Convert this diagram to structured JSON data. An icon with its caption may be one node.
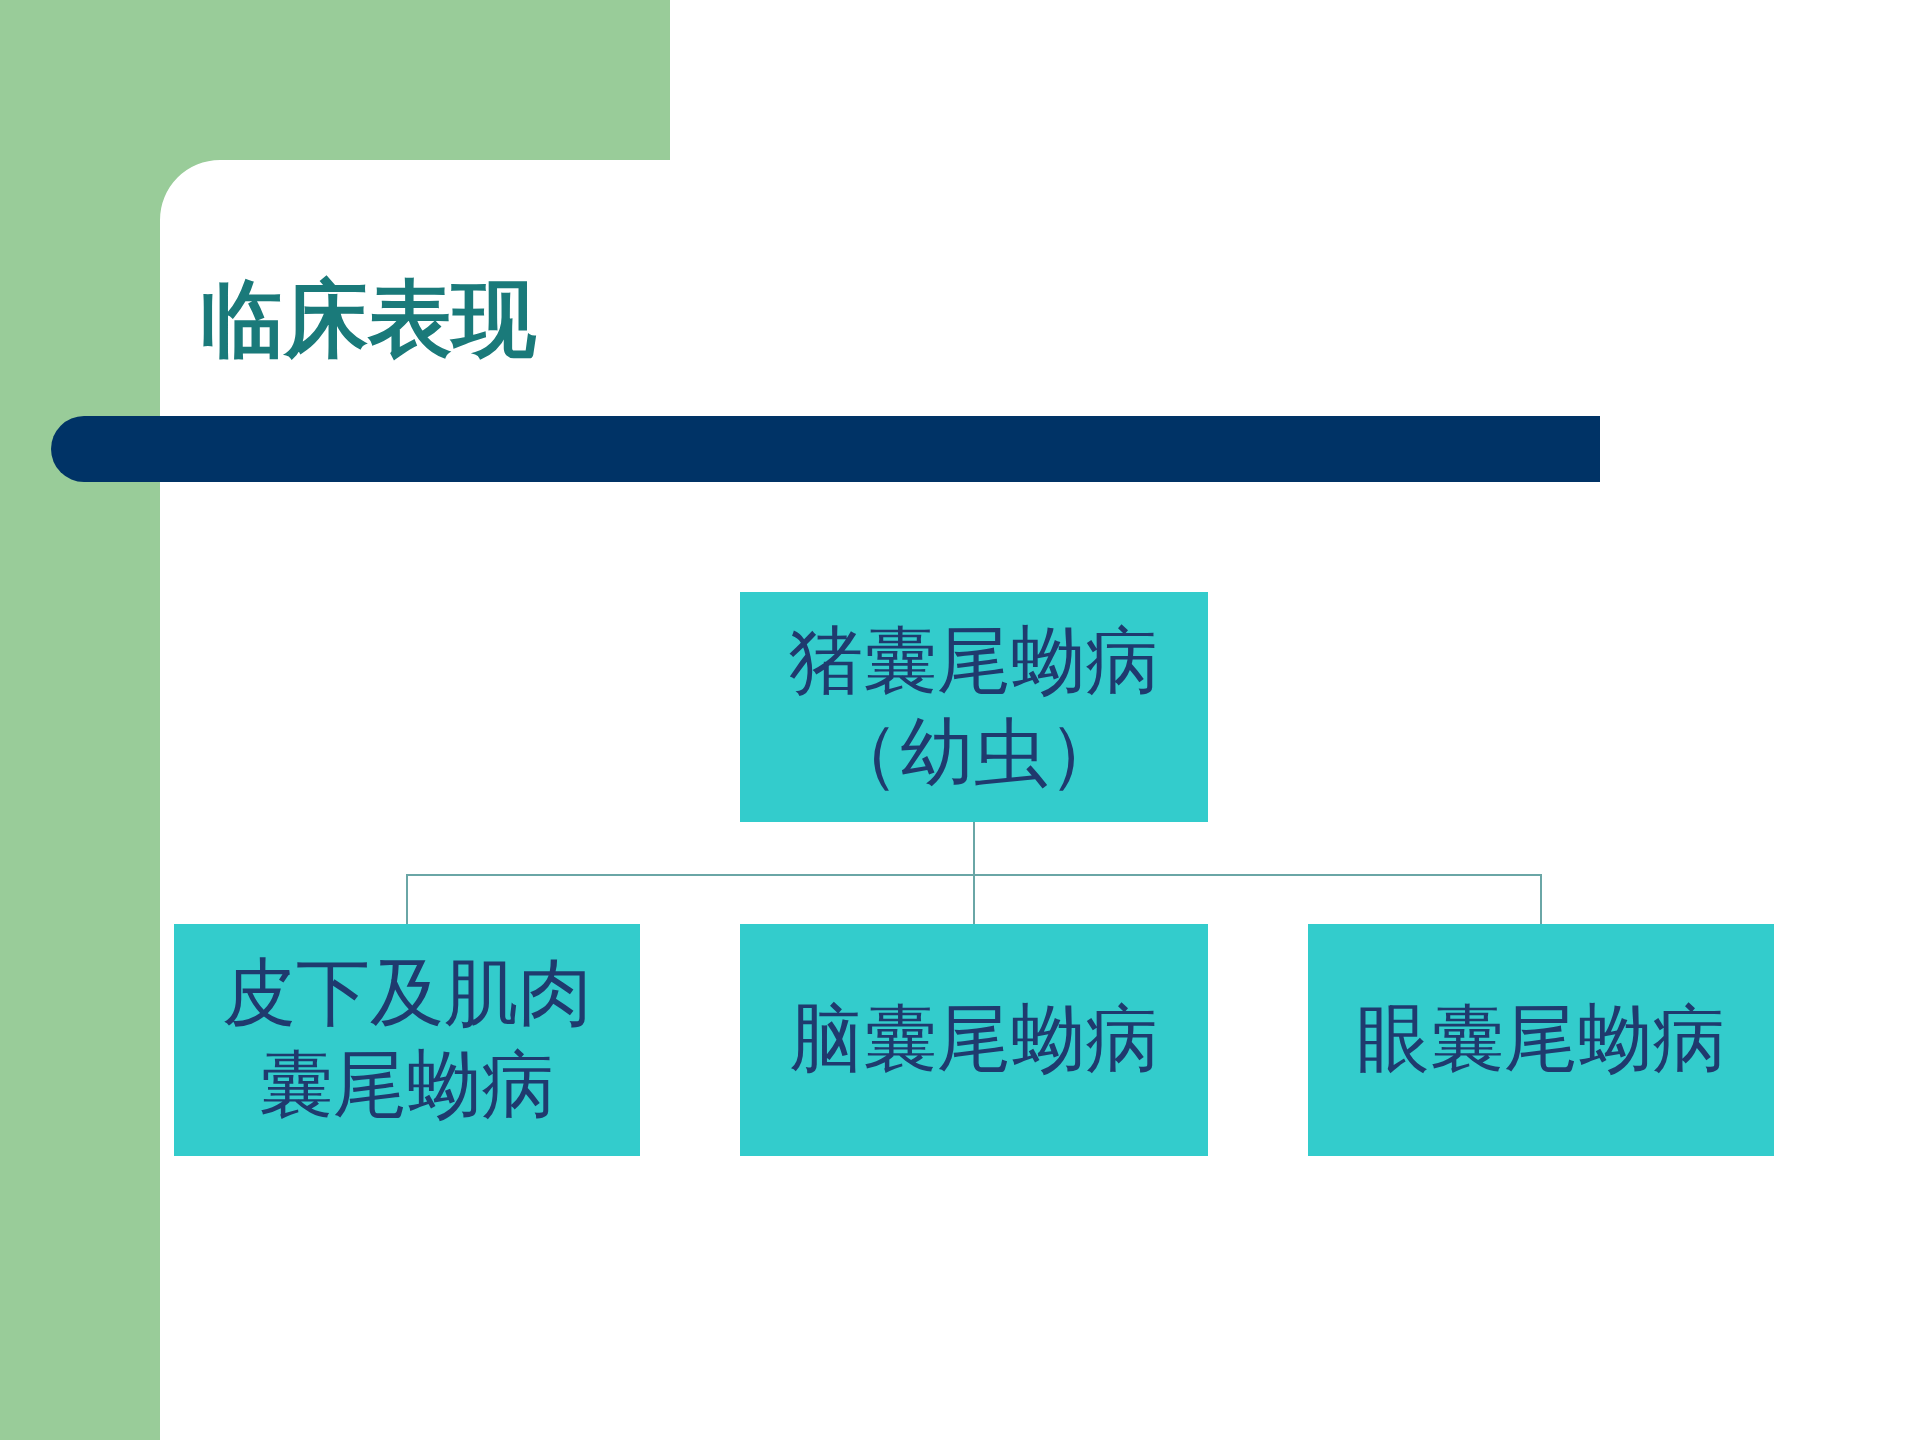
{
  "diagram": {
    "title": "临床表现",
    "nodes": [
      {
        "text": [
          "猪囊尾蚴病（幼虫）"
        ]
      },
      {
        "text": [
          "皮下及肌肉囊尾蚴病"
        ]
      },
      {
        "text": [
          "脑囊尾蚴病"
        ]
      },
      {
        "text": [
          "眼囊尾蚴病"
        ]
      }
    ],
    "edges": [
      {
        "from": 0,
        "to": 1,
        "arrow": "none"
      },
      {
        "from": 0,
        "to": 2,
        "arrow": "none"
      },
      {
        "from": 0,
        "to": 3,
        "arrow": "none"
      }
    ]
  }
}
